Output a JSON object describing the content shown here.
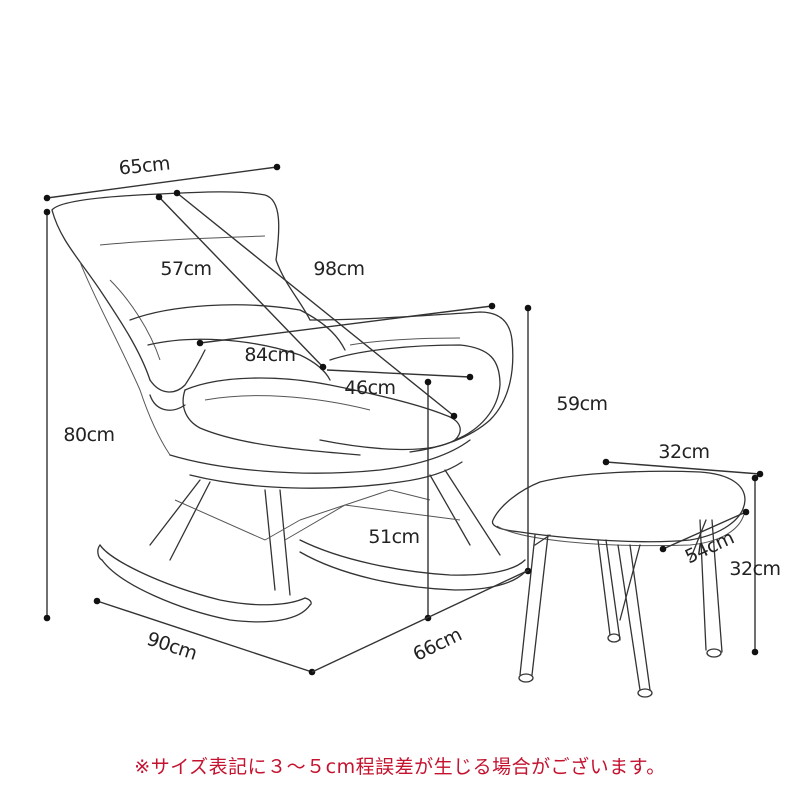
{
  "dimensions": {
    "chair_width": "65cm",
    "seat_depth": "57cm",
    "back_height": "98cm",
    "arm_width": "84cm",
    "seat_width": "46cm",
    "total_height": "80cm",
    "arm_height": "59cm",
    "seat_height": "51cm",
    "base_length": "90cm",
    "base_width": "66cm",
    "stool_width": "32cm",
    "stool_depth": "54cm",
    "stool_height": "32cm"
  },
  "note": "※サイズ表記に３～５cm程誤差が生じる場合がございます。",
  "colors": {
    "note": "#c4122f",
    "line": "#333333"
  }
}
